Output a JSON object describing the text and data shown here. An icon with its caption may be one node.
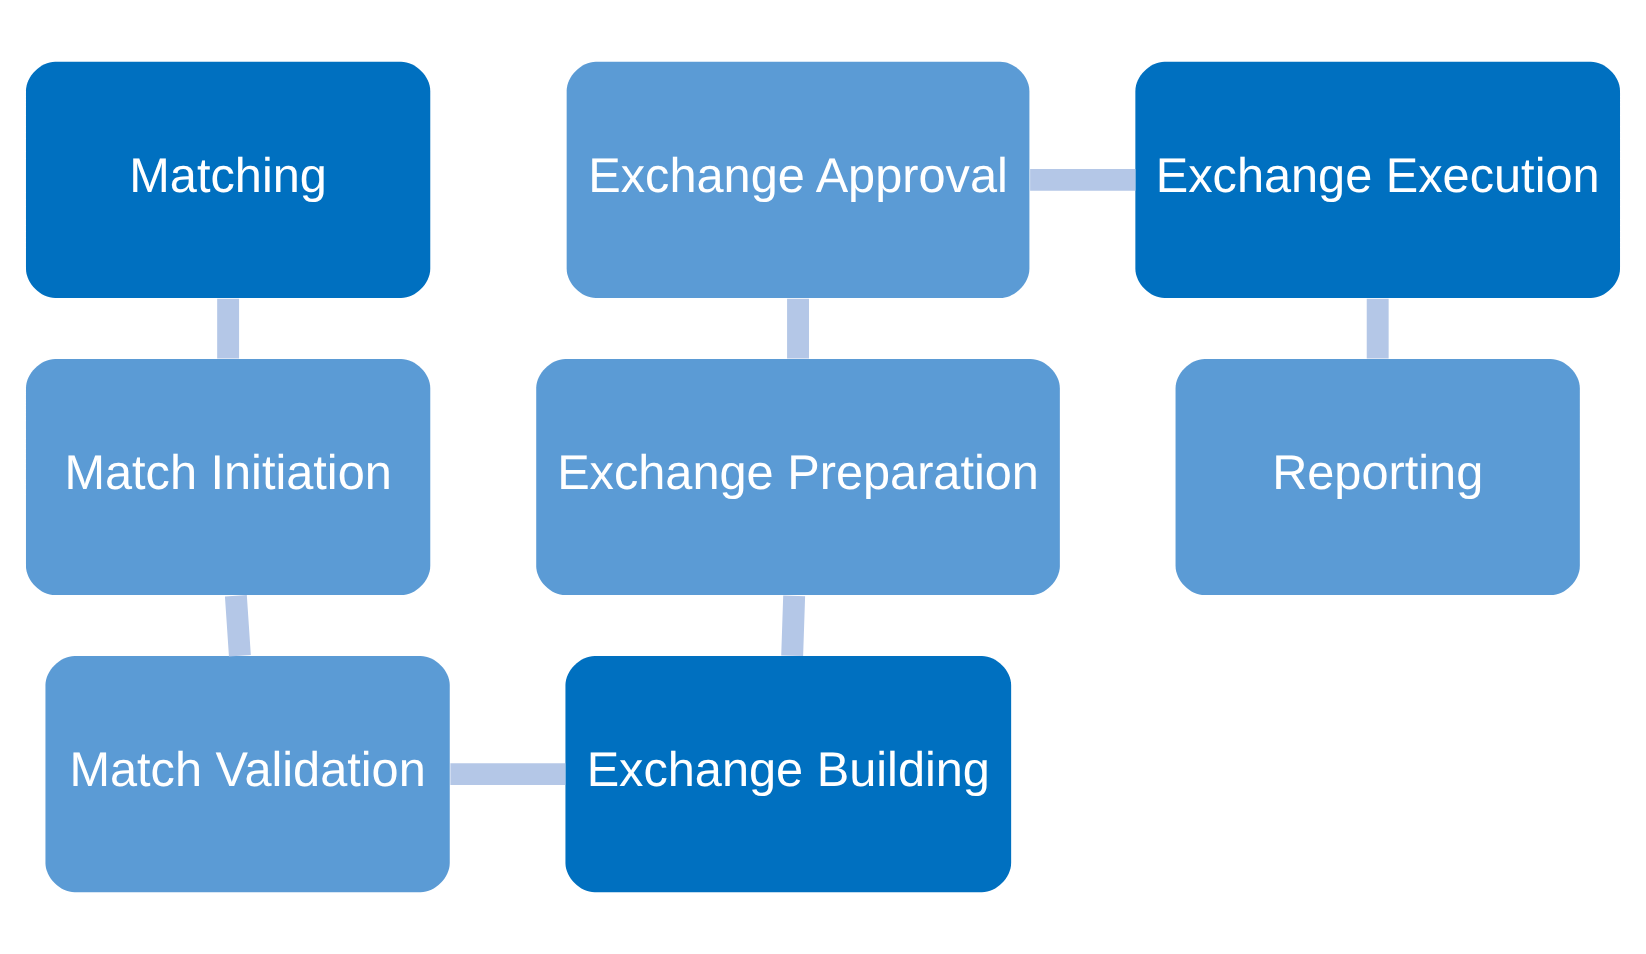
{
  "diagram": {
    "nodes": [
      {
        "text": [
          "Matching"
        ]
      },
      {
        "text": [
          "Match Initiation"
        ]
      },
      {
        "text": [
          "Match Validation"
        ]
      },
      {
        "text": [
          "Exchange Building"
        ]
      },
      {
        "text": [
          "Exchange Preparation"
        ]
      },
      {
        "text": [
          "Exchange Approval"
        ]
      },
      {
        "text": [
          "Exchange Execution"
        ]
      },
      {
        "text": [
          "Reporting"
        ]
      }
    ],
    "edges": [
      {
        "from": 0,
        "to": 1,
        "arrow": "none"
      },
      {
        "from": 1,
        "to": 2,
        "arrow": "none"
      },
      {
        "from": 2,
        "to": 3,
        "arrow": "none"
      },
      {
        "from": 3,
        "to": 4,
        "arrow": "none"
      },
      {
        "from": 4,
        "to": 5,
        "arrow": "none"
      },
      {
        "from": 5,
        "to": 6,
        "arrow": "none"
      },
      {
        "from": 6,
        "to": 7,
        "arrow": "none"
      }
    ]
  }
}
